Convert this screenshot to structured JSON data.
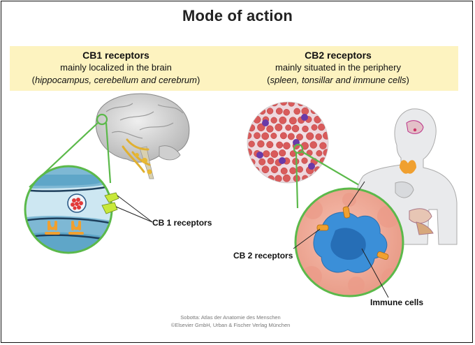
{
  "title": "Mode of action",
  "cb1": {
    "heading": "CB1 receptors",
    "subtitle": "mainly localized in the brain",
    "detail": "hippocampus, cerebellum and cerebrum",
    "receptor_label": "CB 1 receptors"
  },
  "cb2": {
    "heading": "CB2 receptors",
    "subtitle": "mainly situated in the periphery",
    "detail": "spleen, tonsillar and immune cells",
    "receptor_label": "CB 2 receptors",
    "cells_label": "Immune cells"
  },
  "credit": {
    "line1": "Sobotta: Atlas der Anatomie des Menschen",
    "line2": "©Elsevier GmbH, Urban & Fischer Verlag München"
  },
  "colors": {
    "banner": "#fdf3c0",
    "zoom_green": "#5bb94a",
    "receptor_orange": "#f0a030",
    "cell_blue": "#2a7fd0",
    "synapse_blue": "#6aaed0"
  }
}
